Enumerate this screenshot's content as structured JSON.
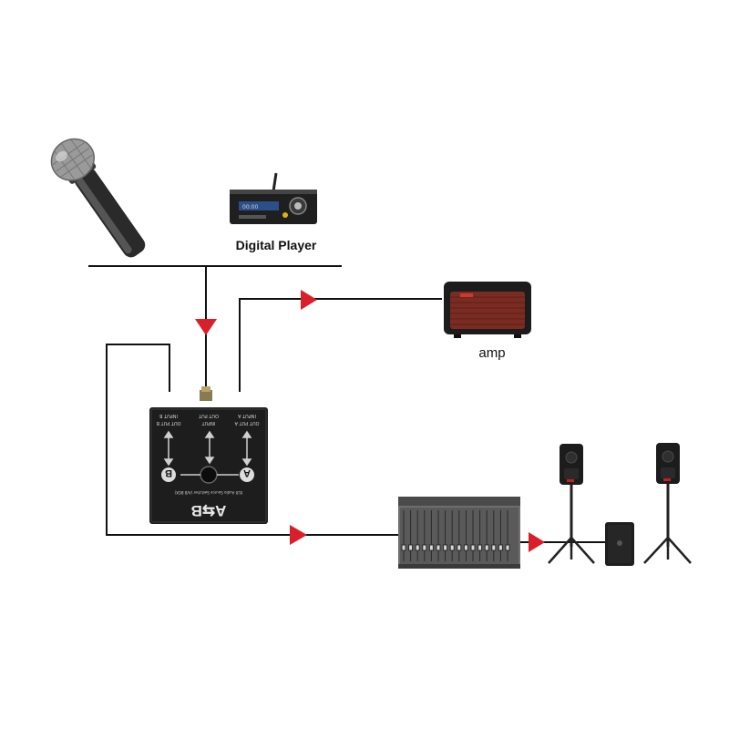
{
  "labels": {
    "digital_player": "Digital Player",
    "amp": "amp"
  },
  "ab_box": {
    "logo": "A⇆B",
    "port_a": "A",
    "port_b": "B",
    "input_a": "INPUT A",
    "output_a": "OUT PUT A",
    "input_b": "INPUT B",
    "output_b": "OUT PUT B",
    "center_input": "INPUT",
    "center_output": "OUT PUT",
    "product_line": "XLR Audio Source Switcher (A/B BOX)"
  },
  "colors": {
    "line": "#111111",
    "arrow": "#d9202a",
    "device_dark": "#1b1b1b",
    "amp_grille": "#7a2b22"
  },
  "icons": [
    "microphone-icon",
    "digital-player-icon",
    "amp-icon",
    "ab-switch-box-icon",
    "mixer-icon",
    "speaker-icon",
    "subwoofer-icon"
  ]
}
